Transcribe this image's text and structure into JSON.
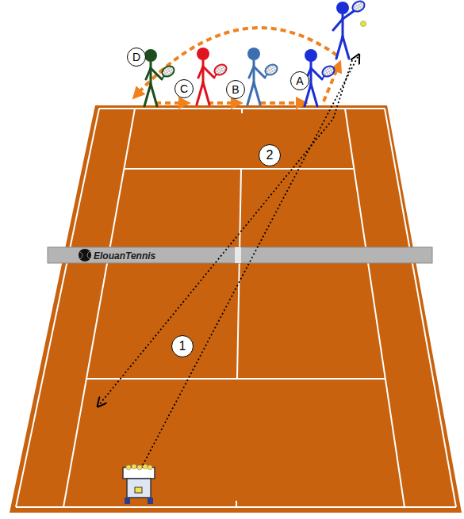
{
  "diagram": {
    "labels": [
      "D",
      "C",
      "B",
      "A",
      "2",
      "1",
      "ElouanTennis"
    ]
  }
}
